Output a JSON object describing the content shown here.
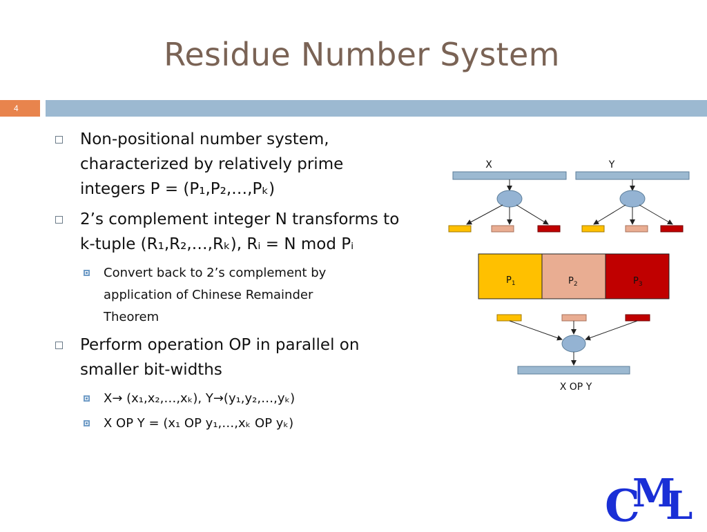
{
  "slide": {
    "title": "Residue Number System",
    "number": "4"
  },
  "bullets": [
    {
      "l1": "Non-positional number system,",
      "l2": "characterized by relatively prime",
      "l3": "integers P = (P₁,P₂,…,Pₖ)"
    },
    {
      "l1": "2’s complement integer N transforms to",
      "l2": "k-tuple (R₁,R₂,…,Rₖ), Rᵢ = N mod Pᵢ"
    },
    {
      "l1": "Perform operation OP in parallel on",
      "l2": "smaller bit-widths"
    }
  ],
  "subbullets": {
    "crt_l1": "Convert back to 2’s complement by",
    "crt_l2": "application of Chinese Remainder",
    "crt_l3": "Theorem",
    "map": "X→ (x₁,x₂,…,xₖ), Y→(y₁,y₂,…,yₖ)",
    "op": "X OP Y = (x₁ OP y₁,…,xₖ OP yₖ)"
  },
  "diagram": {
    "x_label": "X",
    "y_label": "Y",
    "p1": "P",
    "p1_sub": "1",
    "p2": "P",
    "p2_sub": "2",
    "p3": "P",
    "p3_sub": "3",
    "result_label": "X OP Y",
    "colors": {
      "bar": "#9cb9d1",
      "p1": "#ffc000",
      "p2": "#e9ad92",
      "p3": "#c00000",
      "node": "#94b3d3"
    }
  },
  "logo": {
    "c": "C",
    "m": "M",
    "l": "L"
  }
}
